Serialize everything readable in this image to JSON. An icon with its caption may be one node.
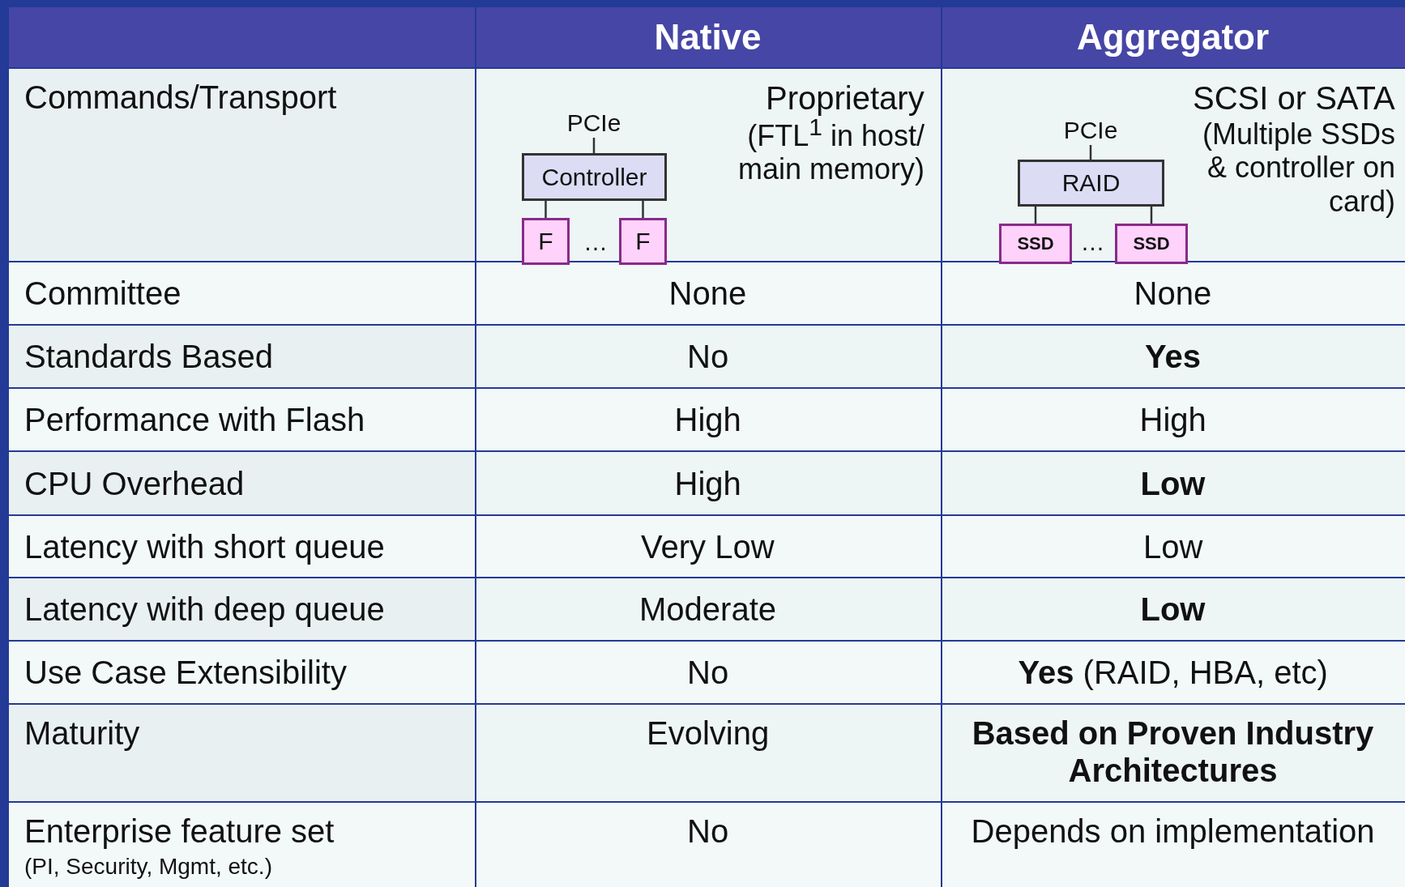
{
  "diagram": {
    "nodes": [
      {
        "text": [
          "PCIe"
        ]
      },
      {
        "text": [
          "Controller"
        ]
      },
      {
        "text": [
          "F"
        ]
      },
      {
        "text": [
          "F"
        ]
      },
      {
        "text": [
          "PCIe"
        ]
      },
      {
        "text": [
          "RAID"
        ]
      },
      {
        "text": [
          "SSD"
        ]
      },
      {
        "text": [
          "SSD"
        ]
      }
    ],
    "edges": [
      {
        "from": 0,
        "to": 1,
        "arrow": "none"
      },
      {
        "from": 1,
        "to": 2,
        "arrow": "none"
      },
      {
        "from": 1,
        "to": 3,
        "arrow": "none"
      },
      {
        "from": 4,
        "to": 5,
        "arrow": "none"
      },
      {
        "from": 5,
        "to": 6,
        "arrow": "none"
      },
      {
        "from": 5,
        "to": 7,
        "arrow": "none"
      }
    ],
    "labels": [
      "Native",
      "Aggregator",
      "Commands/Transport",
      "Proprietary",
      "(FTL$^{1}$ in host/ main memory)",
      "…",
      "SCSI or SATA",
      "(Multiple SSDs & controller on card)",
      "…",
      "Committee",
      "None",
      "None",
      "Standards Based",
      "No",
      "Yes",
      "Performance with Flash",
      "High",
      "High",
      "CPU Overhead",
      "High",
      "Low",
      "Latency with short queue",
      "Very Low",
      "Low",
      "Latency with deep queue",
      "Moderate",
      "Low",
      "Use Case Extensibility",
      "No",
      "**Yes** (RAID, HBA, etc)",
      "Maturity",
      "Evolving",
      "Based on Proven Industry Architectures",
      "Enterprise feature set",
      "(PI, Security, Mgmt, etc.)",
      "No",
      "Depends on implementation"
    ]
  }
}
